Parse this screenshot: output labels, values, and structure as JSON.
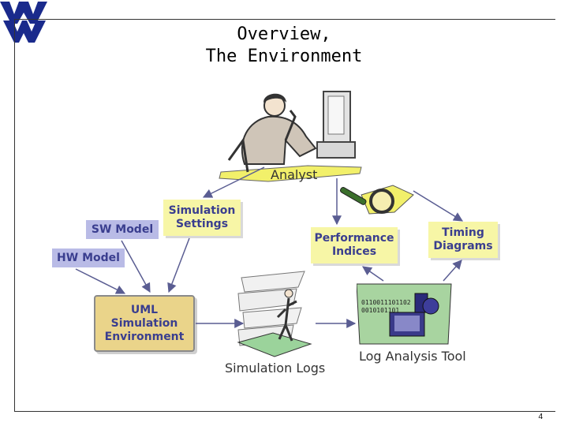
{
  "slide": {
    "title_line1": "Overview,",
    "title_line2": "The Environment",
    "page_number": "4"
  },
  "nodes": {
    "analyst": "Analyst",
    "sim_settings_1": "Simulation",
    "sim_settings_2": "Settings",
    "sw_model": "SW Model",
    "hw_model": "HW Model",
    "perf_1": "Performance",
    "perf_2": "Indices",
    "timing_1": "Timing",
    "timing_2": "Diagrams",
    "uml_1": "UML",
    "uml_2": "Simulation",
    "uml_3": "Environment",
    "sim_logs": "Simulation Logs",
    "log_tool": "Log Analysis Tool"
  },
  "colors": {
    "logo": "#1a2a8c",
    "blue_box": "#b9bbe6",
    "yellow_box": "#f7f6a6",
    "uml_box": "#ead48a",
    "arrow": "#5a5d92"
  },
  "icons": [
    "wv-logo-icon",
    "analyst-clipart-icon",
    "magnifier-clipart-icon",
    "simulation-logs-clipart-icon",
    "log-analysis-tool-clipart-icon"
  ]
}
